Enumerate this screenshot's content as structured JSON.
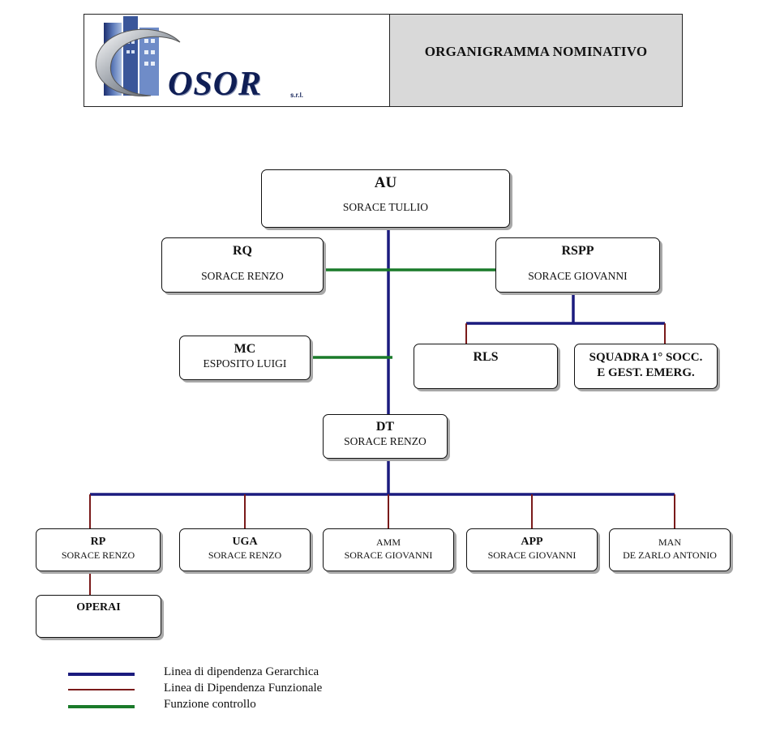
{
  "header": {
    "title": "ORGANIGRAMMA NOMINATIVO",
    "brand": "OSOR",
    "brand_suffix": "s.r.l."
  },
  "colors": {
    "hierarchical": "#1b1b7e",
    "functional": "#7a1a1a",
    "control": "#1a7a2a"
  },
  "nodes": {
    "au": {
      "role": "AU",
      "name": "SORACE TULLIO"
    },
    "rq": {
      "role": "RQ",
      "name": "SORACE RENZO"
    },
    "rspp": {
      "role": "RSPP",
      "name": "SORACE GIOVANNI"
    },
    "mc": {
      "role": "MC",
      "name": "ESPOSITO LUIGI"
    },
    "rls": {
      "role": "RLS"
    },
    "squadra": {
      "role_line1": "SQUADRA 1° SOCC.",
      "role_line2": "E GEST. EMERG."
    },
    "dt": {
      "role": "DT",
      "name": "SORACE RENZO"
    },
    "rp": {
      "role": "RP",
      "name": "SORACE RENZO"
    },
    "uga": {
      "role": "UGA",
      "name": "SORACE RENZO"
    },
    "amm": {
      "role": "AMM",
      "name": "SORACE GIOVANNI"
    },
    "app": {
      "role": "APP",
      "name": "SORACE GIOVANNI"
    },
    "man": {
      "role": "MAN",
      "name": "DE ZARLO ANTONIO"
    },
    "operai": {
      "role": "OPERAI"
    }
  },
  "legend": [
    {
      "label": "Linea di dipendenza Gerarchica",
      "kind": "hierarchical"
    },
    {
      "label": "Linea di Dipendenza Funzionale",
      "kind": "functional"
    },
    {
      "label": "Funzione controllo",
      "kind": "control"
    }
  ]
}
